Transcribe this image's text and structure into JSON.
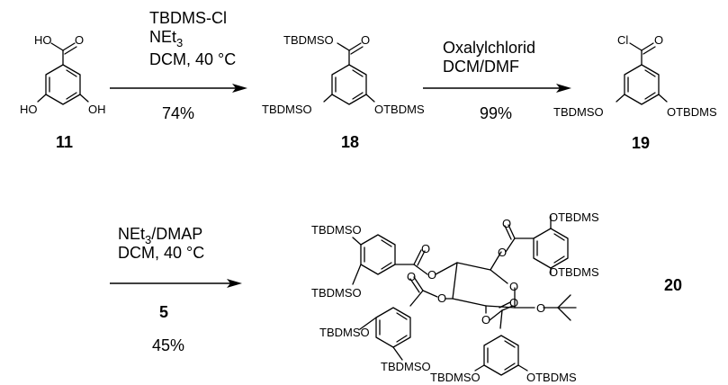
{
  "reactions": [
    {
      "reagent_line1": "TBDMS-Cl",
      "reagent_line2_main": "NEt",
      "reagent_line2_sub": "3",
      "reagent_line3": "DCM, 40 °C",
      "yield": "74%"
    },
    {
      "reagent_line1": "Oxalylchlorid",
      "reagent_line2": "DCM/DMF",
      "yield": "99%"
    },
    {
      "reagent_main": "NEt",
      "reagent_sub": "3",
      "reagent_rest": "/DMAP",
      "reagent_line2": "DCM, 40 °C",
      "coreactant": "5",
      "yield": "45%"
    }
  ],
  "compounds": {
    "c11": {
      "number": "11",
      "acid_oh": "HO",
      "acid_o": "O",
      "left_oh": "HO",
      "right_oh": "OH"
    },
    "c18": {
      "number": "18",
      "ester_label": "TBDMSO",
      "ester_o": "O",
      "left_label": "TBDMSO",
      "right_label": "OTBDMS"
    },
    "c19": {
      "number": "19",
      "cl": "Cl",
      "o": "O",
      "left_label": "TBDMSO",
      "right_label": "OTBDMS"
    },
    "c20": {
      "number": "20",
      "labels": [
        "OTBDMS",
        "OTBDMS",
        "TBDMSO",
        "TBDMSO",
        "TBDMSO",
        "TBDMSO",
        "TBDMSO",
        "OTBDMS"
      ],
      "oxygens": [
        "O",
        "O",
        "O",
        "O",
        "O",
        "O",
        "O",
        "O",
        "O",
        "O",
        "O"
      ]
    }
  }
}
